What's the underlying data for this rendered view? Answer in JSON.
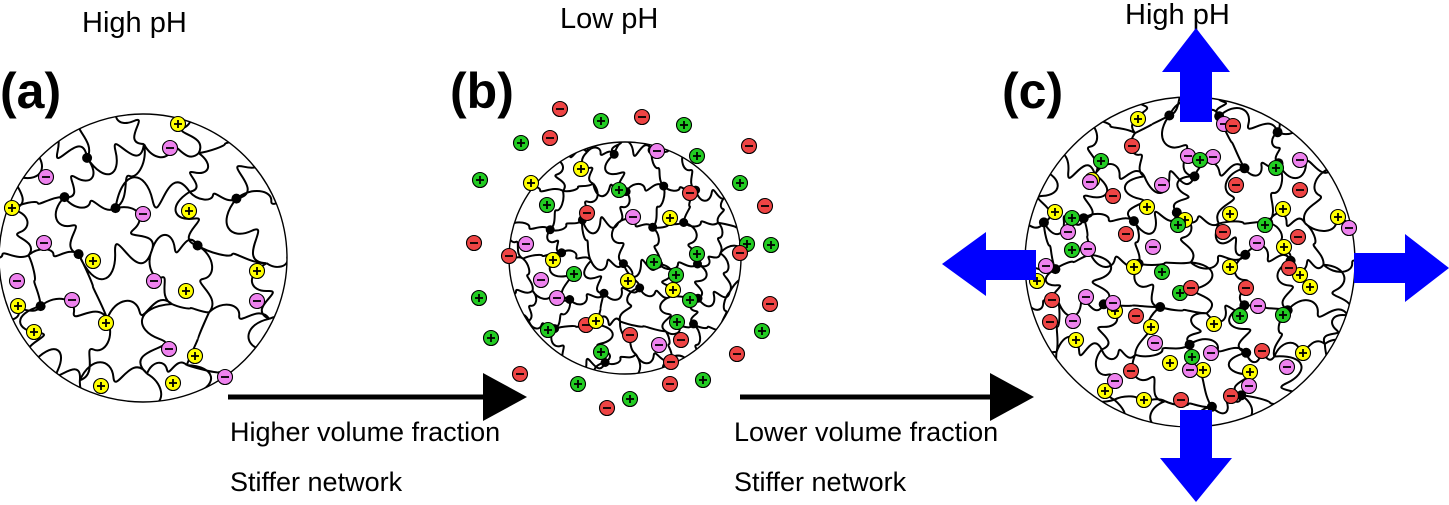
{
  "panels": [
    {
      "letter": "(a)",
      "ph": "High  pH"
    },
    {
      "letter": "(b)",
      "ph": "Low pH"
    },
    {
      "letter": "(c)",
      "ph": "High  pH"
    }
  ],
  "transitions": [
    {
      "line1": "Higher volume fraction",
      "line2": "Stiffer network"
    },
    {
      "line1": "Lower volume fraction",
      "line2": "Stiffer network"
    }
  ],
  "ion_colors": {
    "positive_fixed": "#ffff00",
    "negative_fixed": "#ee82ee",
    "positive_free": "#22cc22",
    "negative_free": "#ee4444"
  },
  "arrow_color": "#0000ff",
  "icons": {
    "positive": "plus-sign",
    "negative": "minus-sign",
    "expansion": "block-arrow"
  }
}
